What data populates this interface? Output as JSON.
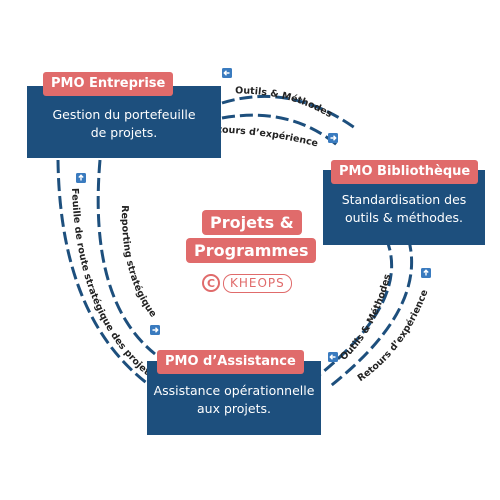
{
  "boxes": {
    "entreprise": {
      "title": "PMO Entreprise",
      "text": [
        "Gestion du portefeuille",
        "de projets."
      ]
    },
    "bibliotheque": {
      "title": "PMO Bibliothèque",
      "text": [
        "Standardisation des",
        "outils & méthodes."
      ]
    },
    "assistance": {
      "title": "PMO d’Assistance",
      "text": [
        "Assistance opérationnelle",
        "aux projets."
      ]
    }
  },
  "center": {
    "line1": "Projets &",
    "line2": "Programmes"
  },
  "logo": {
    "mark": "C",
    "text": "KHEOPS"
  },
  "arrow_labels": {
    "top_outer": "Outils & Méthodes",
    "top_inner": "Retours d’expérience",
    "right_inner": "Outils & Méthodes",
    "right_outer": "Retours d’expérience",
    "left_outer": "Feuille de route  stratégique des projets",
    "left_inner": "Reporting stratégique"
  },
  "colors": {
    "navy": "#1d4f7d",
    "salmon": "#e06b6b",
    "arrow_badge": "#3a7bbf"
  },
  "icons": [
    "arrow-left-icon",
    "arrow-right-icon",
    "arrow-up-icon"
  ]
}
